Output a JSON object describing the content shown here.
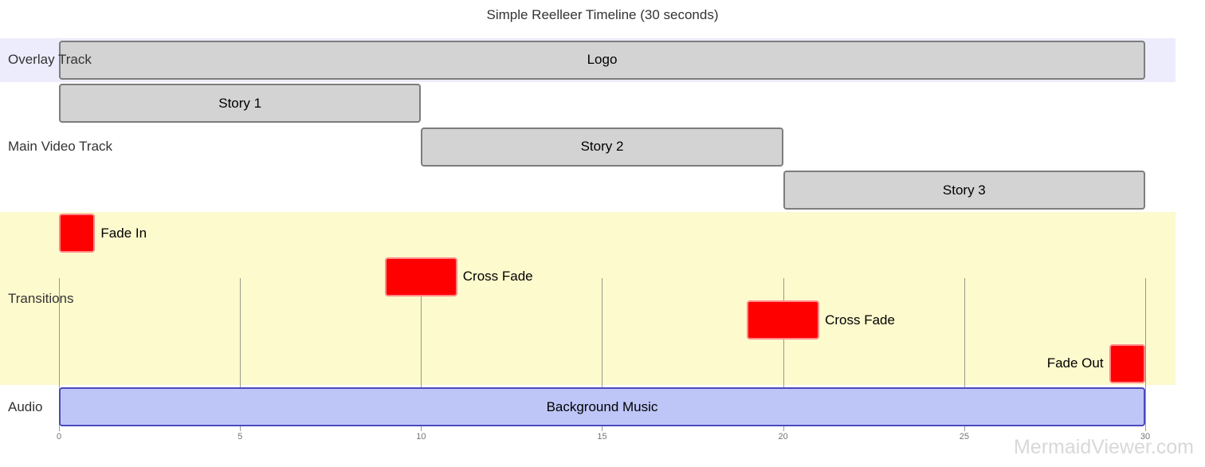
{
  "title": "Simple Reelleer Timeline (30 seconds)",
  "watermark": "MermaidViewer.com",
  "chart_data": {
    "type": "gantt",
    "title": "Simple Reelleer Timeline (30 seconds)",
    "time_axis": {
      "unit": "seconds",
      "min": 0,
      "max": 30,
      "ticks": [
        0,
        5,
        10,
        15,
        20,
        25,
        30
      ]
    },
    "grid": {
      "on": true,
      "color": "rgba(102,102,102,0.65)"
    },
    "sections": [
      {
        "name": "Overlay Track",
        "rows": 1,
        "band_color": "#ececfd"
      },
      {
        "name": "Main Video Track",
        "rows": 3,
        "band_color": "transparent"
      },
      {
        "name": "Transitions",
        "rows": 4,
        "band_color": "#fdfacd"
      },
      {
        "name": "Audio",
        "rows": 1,
        "band_color": "transparent"
      }
    ],
    "tasks": [
      {
        "label": "Logo",
        "section": "Overlay Track",
        "row": 0,
        "start": 0,
        "end": 30,
        "style": "done",
        "label_position": "inside"
      },
      {
        "label": "Story 1",
        "section": "Main Video Track",
        "row": 1,
        "start": 0,
        "end": 10,
        "style": "done",
        "label_position": "inside"
      },
      {
        "label": "Story 2",
        "section": "Main Video Track",
        "row": 2,
        "start": 10,
        "end": 20,
        "style": "done",
        "label_position": "inside"
      },
      {
        "label": "Story 3",
        "section": "Main Video Track",
        "row": 3,
        "start": 20,
        "end": 30,
        "style": "done",
        "label_position": "inside"
      },
      {
        "label": "Fade In",
        "section": "Transitions",
        "row": 4,
        "start": 0,
        "end": 1,
        "style": "crit",
        "label_position": "right"
      },
      {
        "label": "Cross Fade",
        "section": "Transitions",
        "row": 5,
        "start": 9,
        "end": 11,
        "style": "crit",
        "label_position": "right"
      },
      {
        "label": "Cross Fade",
        "section": "Transitions",
        "row": 6,
        "start": 19,
        "end": 21,
        "style": "crit",
        "label_position": "right"
      },
      {
        "label": "Fade Out",
        "section": "Transitions",
        "row": 7,
        "start": 29,
        "end": 30,
        "style": "crit",
        "label_position": "left"
      },
      {
        "label": "Background Music",
        "section": "Audio",
        "row": 8,
        "start": 0,
        "end": 30,
        "style": "active",
        "label_position": "inside"
      }
    ],
    "styles": {
      "done": {
        "fill": "#d3d3d3",
        "border": "#7d7d7d"
      },
      "crit": {
        "fill": "#ff0000",
        "border": "#ff8888"
      },
      "active": {
        "fill": "#bec6f8",
        "border": "#4d49bd"
      }
    }
  }
}
